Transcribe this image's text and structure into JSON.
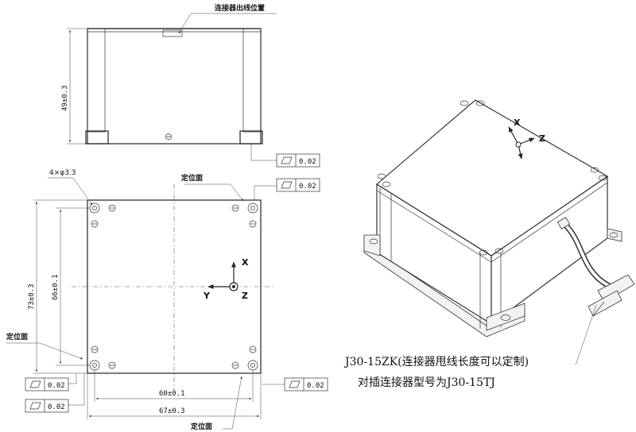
{
  "front_view": {
    "connector_label": "连接器出线位置",
    "height_dim": "49±0.3"
  },
  "top_view": {
    "hole_callout": "4×φ3.3",
    "datum_surface": "定位面",
    "height_outer_dim": "73±0.3",
    "height_inner_dim": "66±0.1",
    "width_inner_dim": "60±0.1",
    "width_outer_dim": "67±0.3",
    "axis_x": "X",
    "axis_y": "Y",
    "axis_z": "Z"
  },
  "flatness_tolerance": "0.02",
  "iso_view": {
    "axis_x": "X",
    "axis_z": "Z",
    "connector_line1": "J30-15ZK(连接器甩线长度可以定制)",
    "connector_line2": "对插连接器型号为J30-15TJ"
  }
}
